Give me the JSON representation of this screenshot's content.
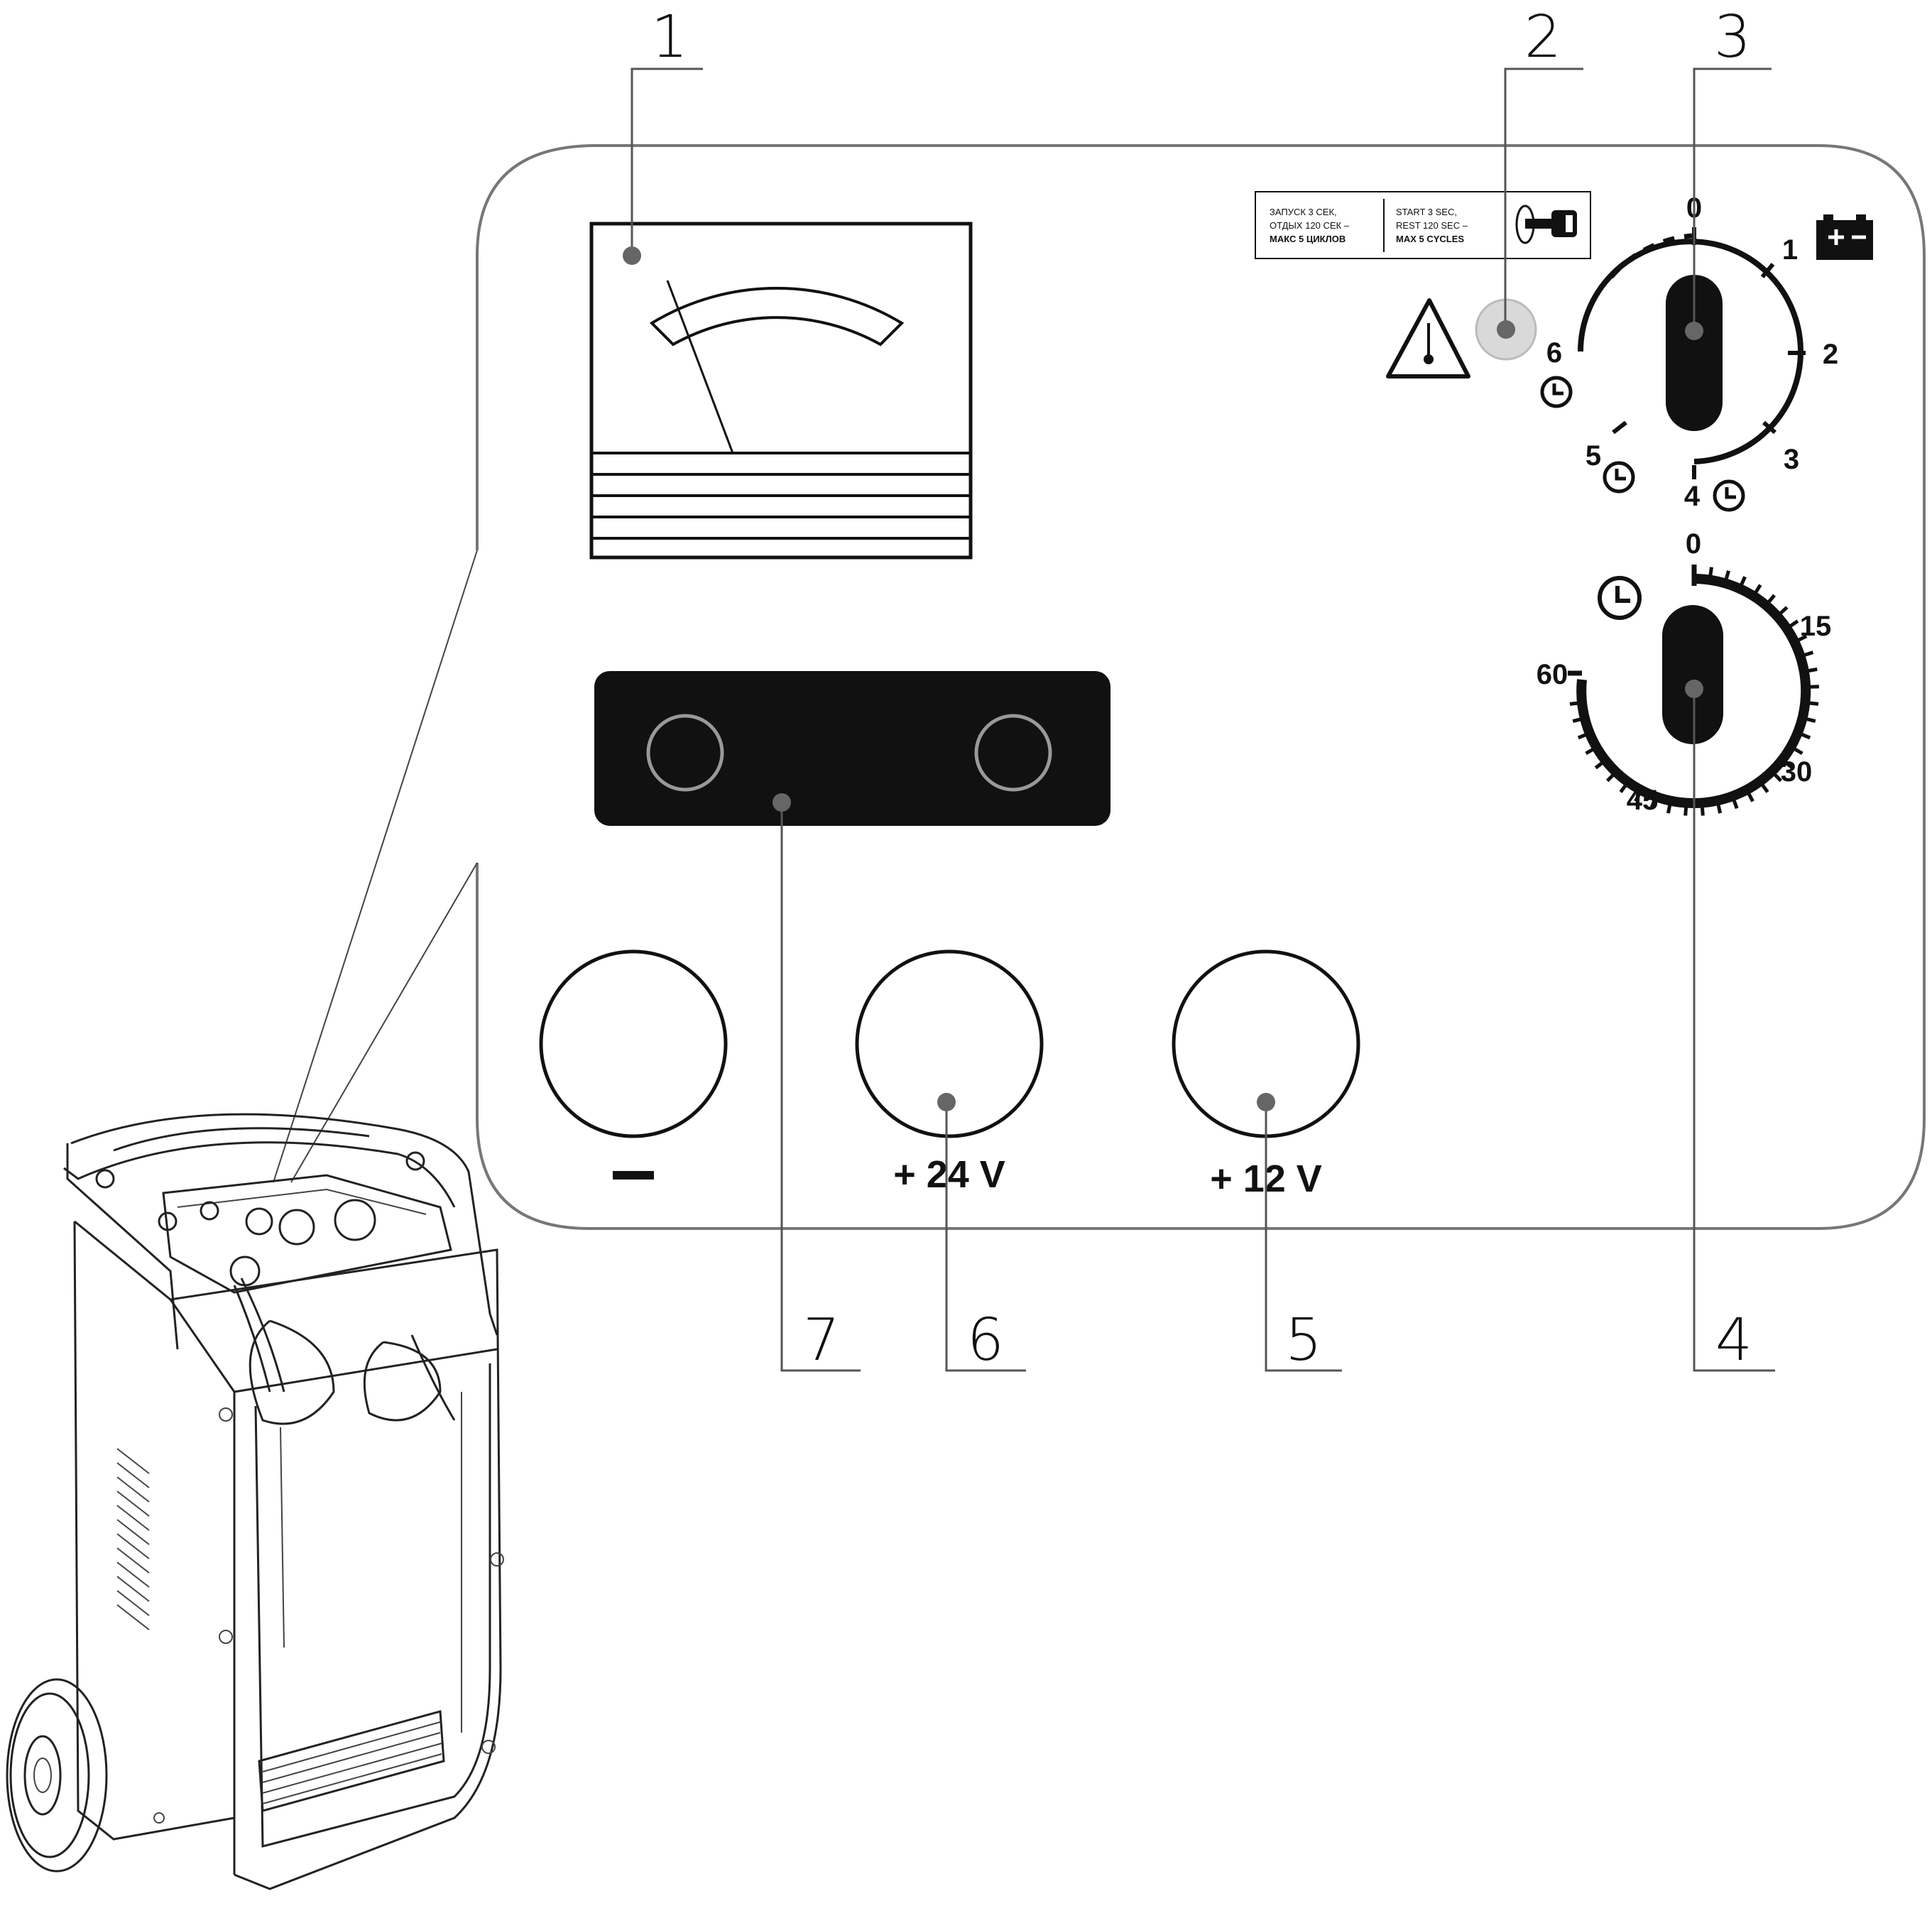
{
  "callouts": [
    "1",
    "2",
    "3",
    "4",
    "5",
    "6",
    "7"
  ],
  "sticker": {
    "ru_line1": "ЗАПУСК 3 СЕК,",
    "ru_line2": "ОТДЫХ 120 СЕК –",
    "ru_line3": "МАКС 5 ЦИКЛОВ",
    "en_line1": "START 3 SEC,",
    "en_line2": "REST 120 SEC –",
    "en_line3": "MAX 5 CYCLES"
  },
  "mode_dial": {
    "labels": [
      "0",
      "1",
      "2",
      "3",
      "4",
      "5",
      "6"
    ],
    "timer_positions": [
      "4",
      "5",
      "6"
    ]
  },
  "timer_dial": {
    "labels": [
      "0",
      "15",
      "30",
      "45",
      "60"
    ]
  },
  "terminals": {
    "minus": "–",
    "plus24": "+ 24 V",
    "plus12": "+ 12 V"
  },
  "icons": [
    "battery-icon",
    "clock-icon",
    "warning-thermometer-icon",
    "key-ignition-icon"
  ]
}
